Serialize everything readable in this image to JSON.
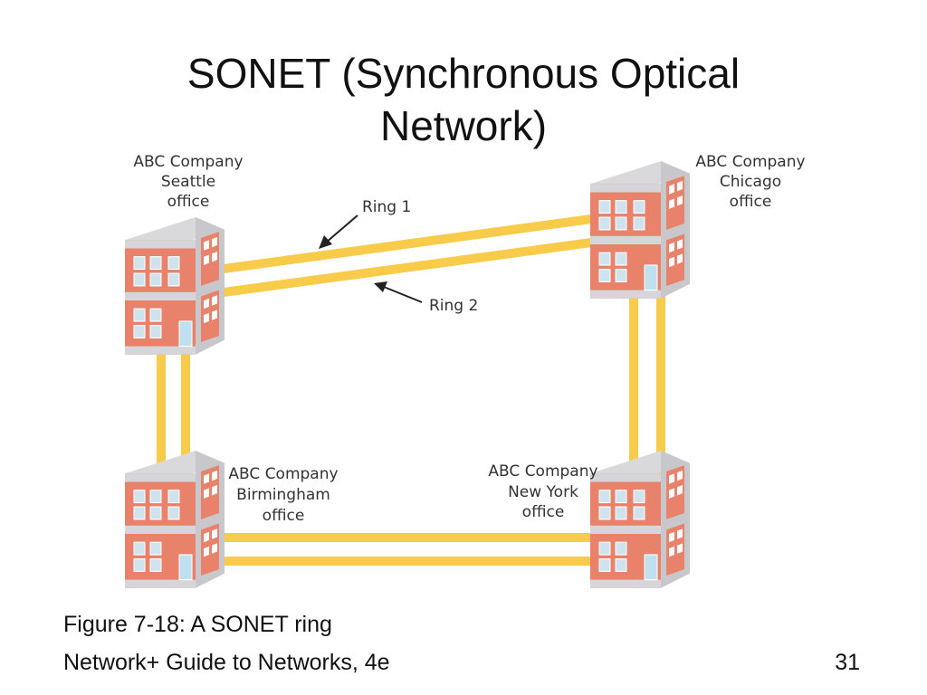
{
  "slide": {
    "title_line1": "SONET (Synchronous Optical",
    "title_line2": "Network)",
    "caption": "Figure 7-18: A SONET ring",
    "footer": "Network+ Guide to Networks, 4e",
    "page_number": "31"
  },
  "diagram": {
    "offices": {
      "seattle": {
        "line1": "ABC Company",
        "line2": "Seattle",
        "line3": "office"
      },
      "chicago": {
        "line1": "ABC Company",
        "line2": "Chicago",
        "line3": "office"
      },
      "birmingham": {
        "line1": "ABC Company",
        "line2": "Birmingham",
        "line3": "office"
      },
      "newyork": {
        "line1": "ABC Company",
        "line2": "New York",
        "line3": "office"
      }
    },
    "ring1_label": "Ring 1",
    "ring2_label": "Ring 2"
  },
  "colors": {
    "ring": "#f8cc4a",
    "building_wall": "#e8826a",
    "building_frame": "#d0d0d4",
    "window": "#cfe3ee"
  }
}
